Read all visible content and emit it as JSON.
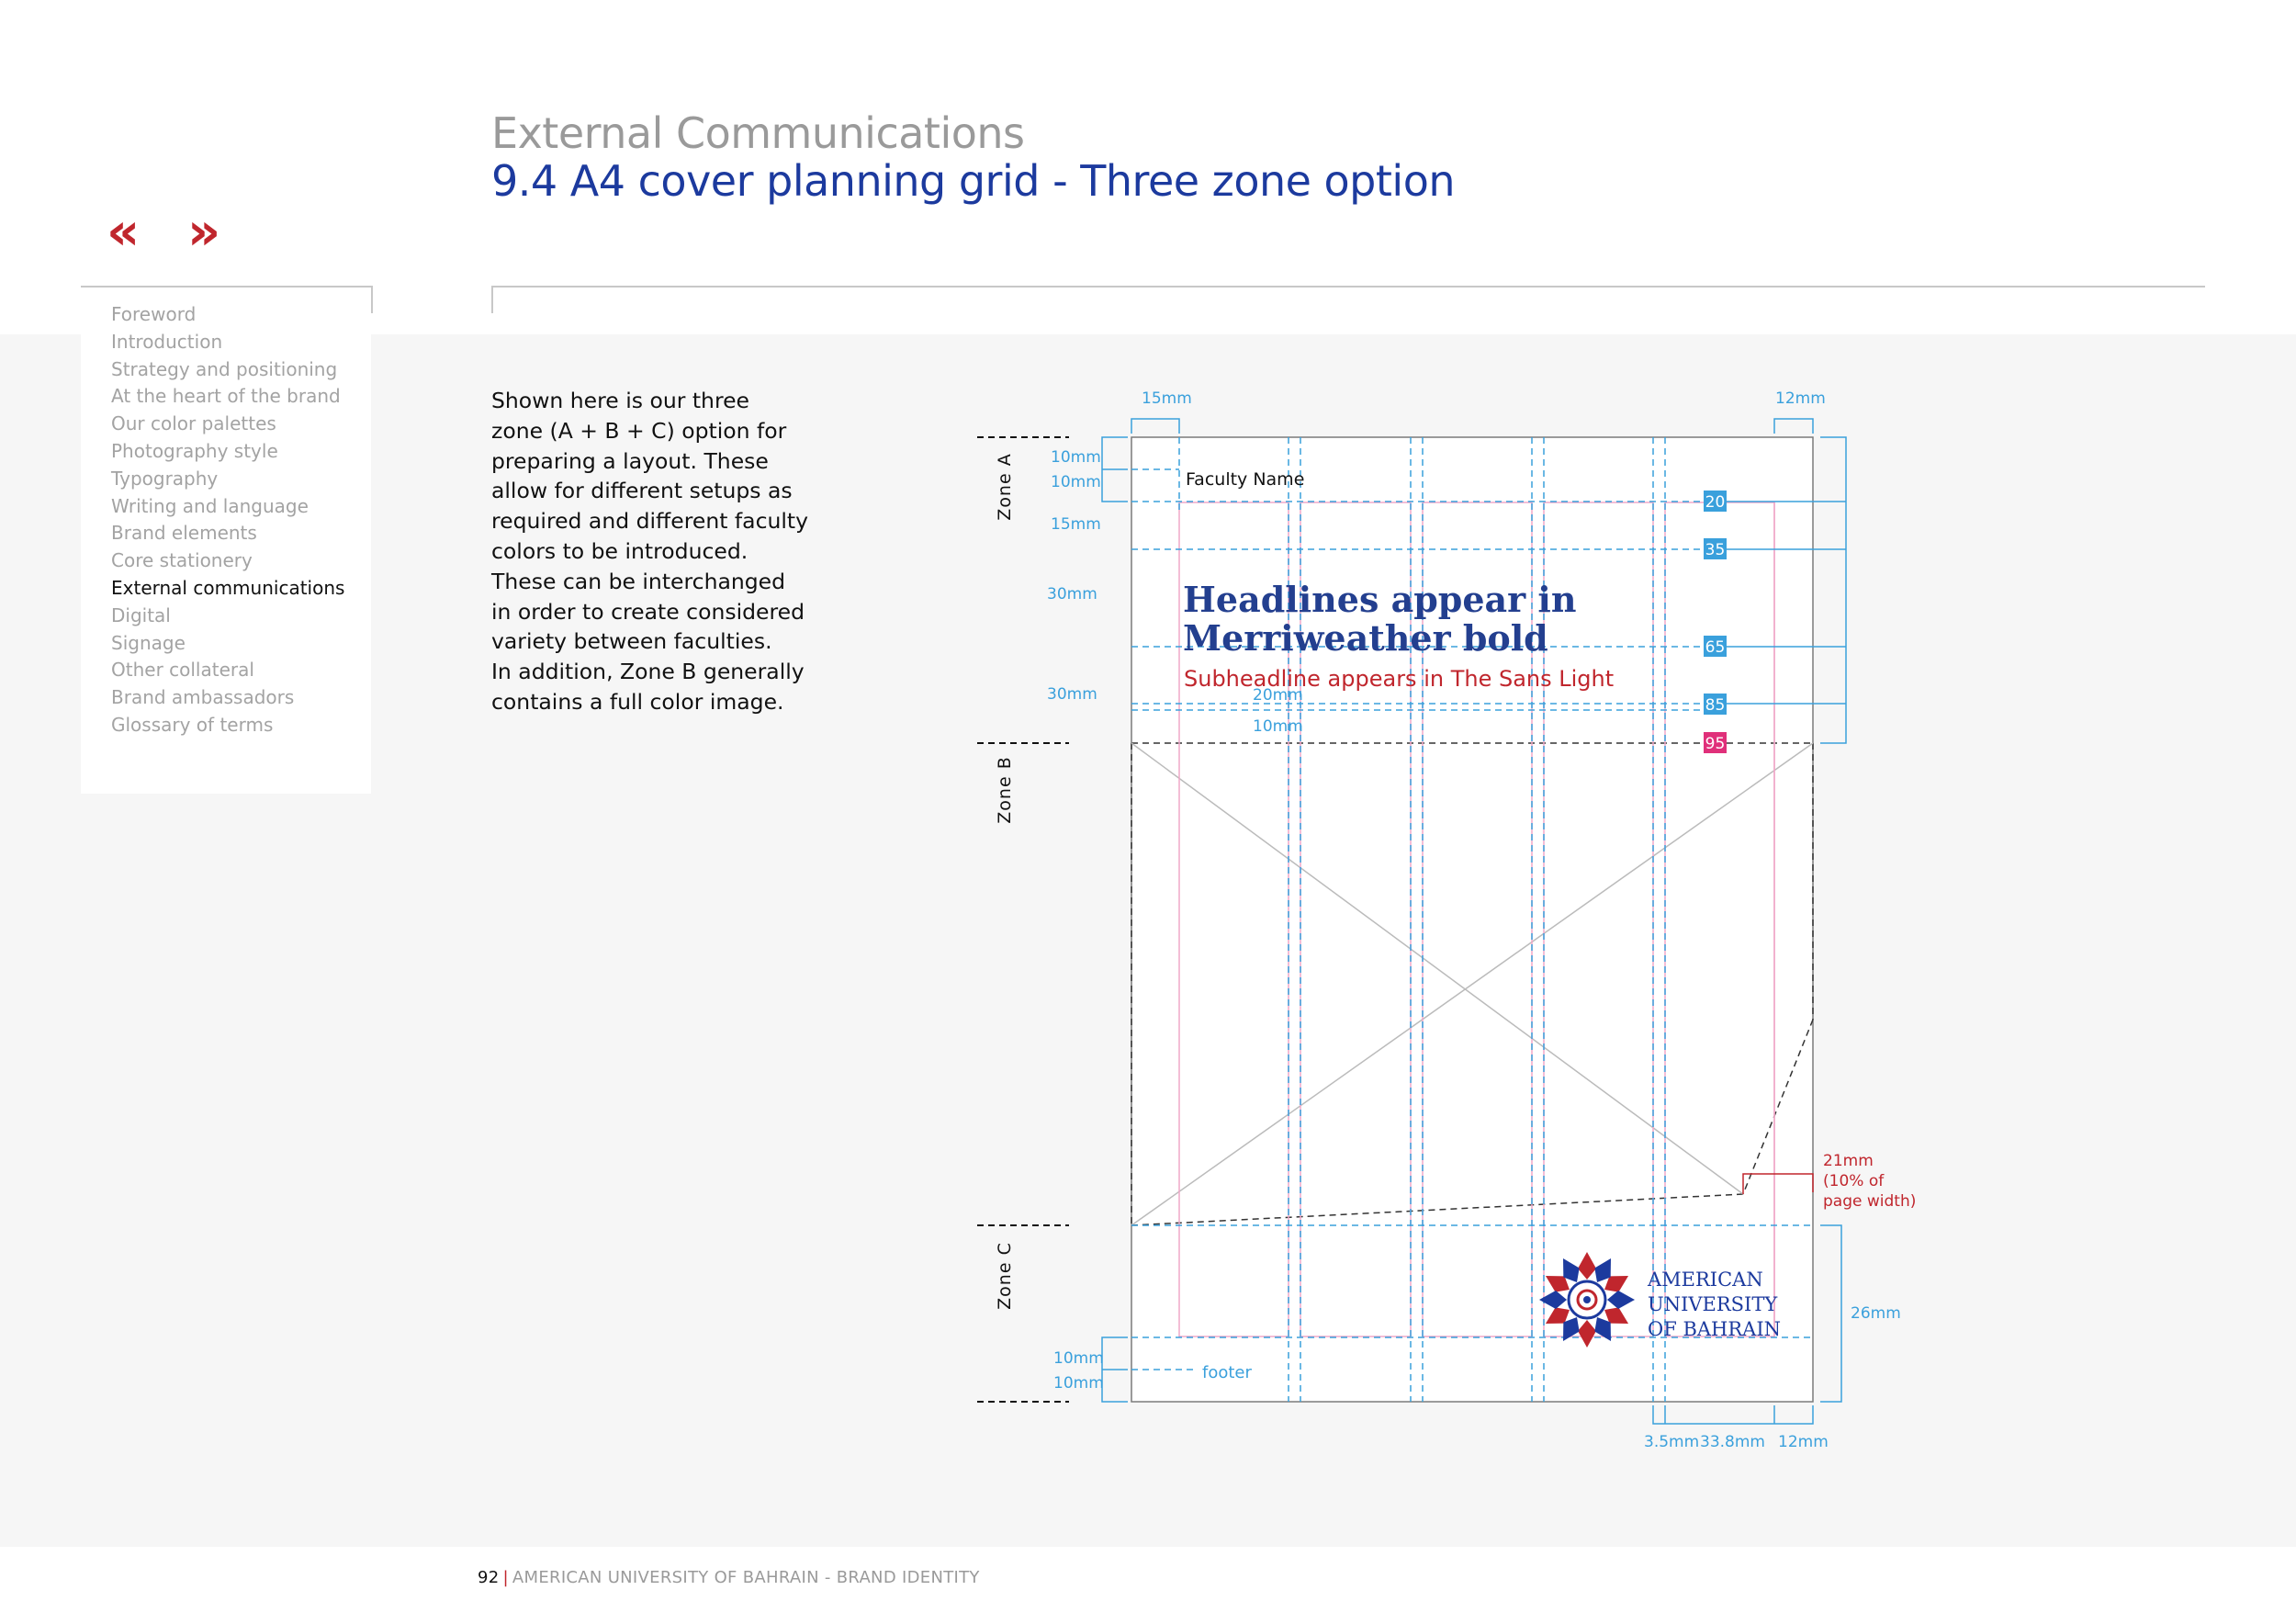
{
  "header": {
    "section": "External Communications",
    "title": "9.4 A4 cover planning grid - Three zone option"
  },
  "nav": {
    "prev": "«",
    "next": "»"
  },
  "sidebar": {
    "items": [
      {
        "label": "Foreword"
      },
      {
        "label": "Introduction"
      },
      {
        "label": "Strategy and positioning"
      },
      {
        "label": "At the heart of the brand"
      },
      {
        "label": "Our color palettes"
      },
      {
        "label": "Photography style"
      },
      {
        "label": "Typography"
      },
      {
        "label": "Writing and language"
      },
      {
        "label": "Brand elements"
      },
      {
        "label": "Core stationery"
      },
      {
        "label": "External communications",
        "active": true
      },
      {
        "label": "Digital"
      },
      {
        "label": "Signage"
      },
      {
        "label": "Other collateral"
      },
      {
        "label": "Brand ambassadors"
      },
      {
        "label": "Glossary of terms"
      }
    ]
  },
  "body_lines": [
    "Shown here is our three",
    "zone (A + B + C) option for",
    "preparing a layout. These",
    "allow for different setups as",
    "required and different faculty",
    "colors to be introduced.",
    "These can be interchanged",
    "in order to create considered",
    "variety between faculties.",
    "In addition, Zone B generally",
    "contains a full color image."
  ],
  "diagram": {
    "zones": [
      "Zone A",
      "Zone B",
      "Zone C"
    ],
    "faculty_name": "Faculty Name",
    "headline_line1": "Headlines appear in",
    "headline_line2": "Merriweather bold",
    "subheadline": "Subheadline appears in The Sans Light",
    "footer_label": "footer",
    "markers": [
      "20",
      "35",
      "65",
      "85",
      "95"
    ],
    "dims": {
      "top_left": "15mm",
      "top_right": "12mm",
      "left_10a": "10mm",
      "left_10b": "10mm",
      "left_15": "15mm",
      "left_30a": "30mm",
      "left_30b": "30mm",
      "mid_20": "20mm",
      "mid_10": "10mm",
      "bottom_10a": "10mm",
      "bottom_10b": "10mm",
      "right_26": "26mm",
      "bottom_3_5": "3.5mm",
      "bottom_33_8": "33.8mm",
      "bottom_12": "12mm"
    },
    "logo_note_line1": "21mm",
    "logo_note_line2": "(10% of",
    "logo_note_line3": "page width)",
    "logo_text": [
      "AMERICAN",
      "UNIVERSITY",
      "OF BAHRAIN"
    ],
    "colors": {
      "guide_blue": "#3aa0dc",
      "column_pink": "#f0a8c8",
      "marker_blue": "#3aa0dc",
      "marker_pink": "#e0307a",
      "headline_blue": "#233f8f",
      "sub_red": "#c0262d",
      "logo_red": "#c0262d",
      "logo_blue": "#1c3a9e"
    }
  },
  "footer": {
    "page": "92",
    "separator": "|",
    "text": "AMERICAN UNIVERSITY OF BAHRAIN - BRAND IDENTITY"
  }
}
